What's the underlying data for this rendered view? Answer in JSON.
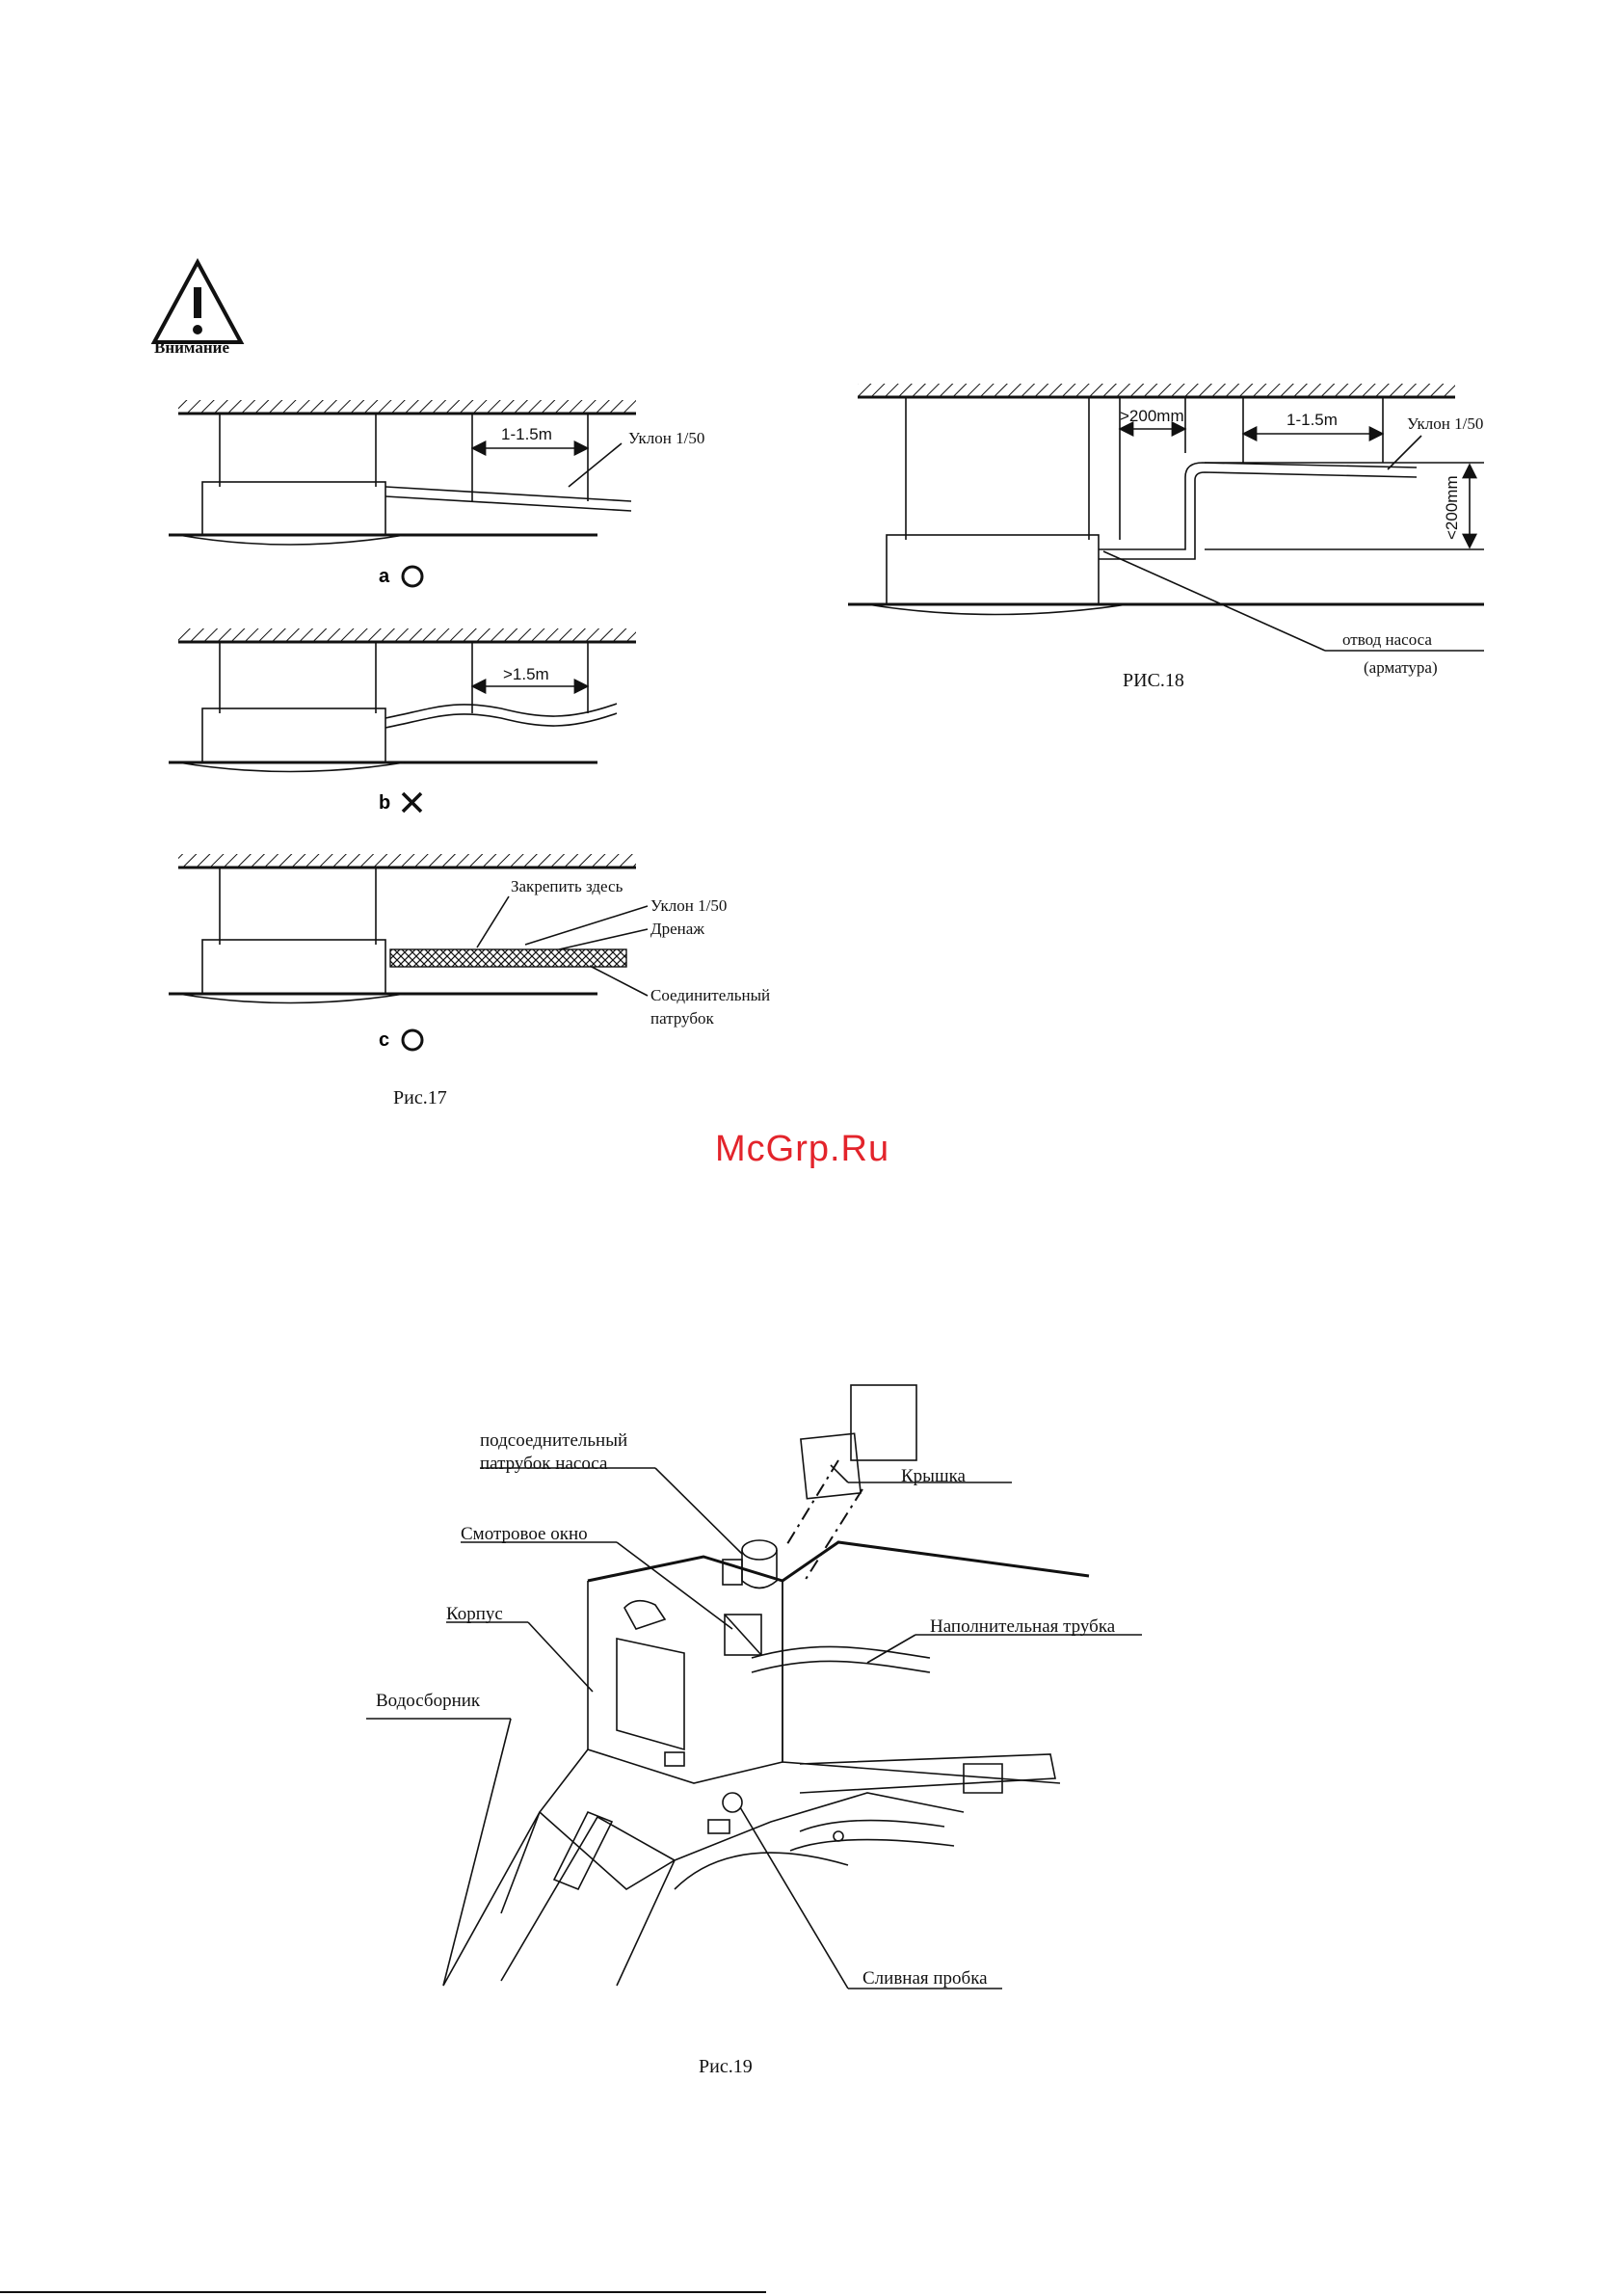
{
  "warning": {
    "label": "Внимание",
    "icon": "warning-triangle-icon"
  },
  "fig17": {
    "caption": "Рис.17",
    "panel_a": {
      "dimension": "1-1.5m",
      "slope_label": "Уклон 1/50",
      "mark_letter": "a",
      "mark_icon": "circle-ok-icon"
    },
    "panel_b": {
      "dimension": ">1.5m",
      "mark_letter": "b",
      "mark_icon": "cross-wrong-icon"
    },
    "panel_c": {
      "fix_here": "Закрепить здесь",
      "slope_label": "Уклон 1/50",
      "drain": "Дренаж",
      "connector_line1": "Соединительный",
      "connector_line2": "патрубок",
      "mark_letter": "c",
      "mark_icon": "circle-ok-icon"
    }
  },
  "fig18": {
    "caption": "РИС.18",
    "dim_horizontal": ">200mm",
    "dim_length": "1-1.5m",
    "slope_label": "Уклон 1/50",
    "dim_vertical": "<200mm",
    "pump_outlet": "отвод насоса",
    "pump_outlet_sub": "(арматура)"
  },
  "watermark": "McGrp.Ru",
  "fig19": {
    "caption": "Рис.19",
    "pump_connector_line1": "подсоеднительный",
    "pump_connector_line2": "патрубок насоса",
    "cover": "Крышка",
    "sight_window": "Смотровое окно",
    "fill_tube": "Наполнительная трубка",
    "housing": "Корпус",
    "water_collector": "Водосборник",
    "drain_plug": "Сливная пробка"
  },
  "colors": {
    "ink": "#111111",
    "watermark": "#e3242b",
    "background": "#ffffff"
  }
}
